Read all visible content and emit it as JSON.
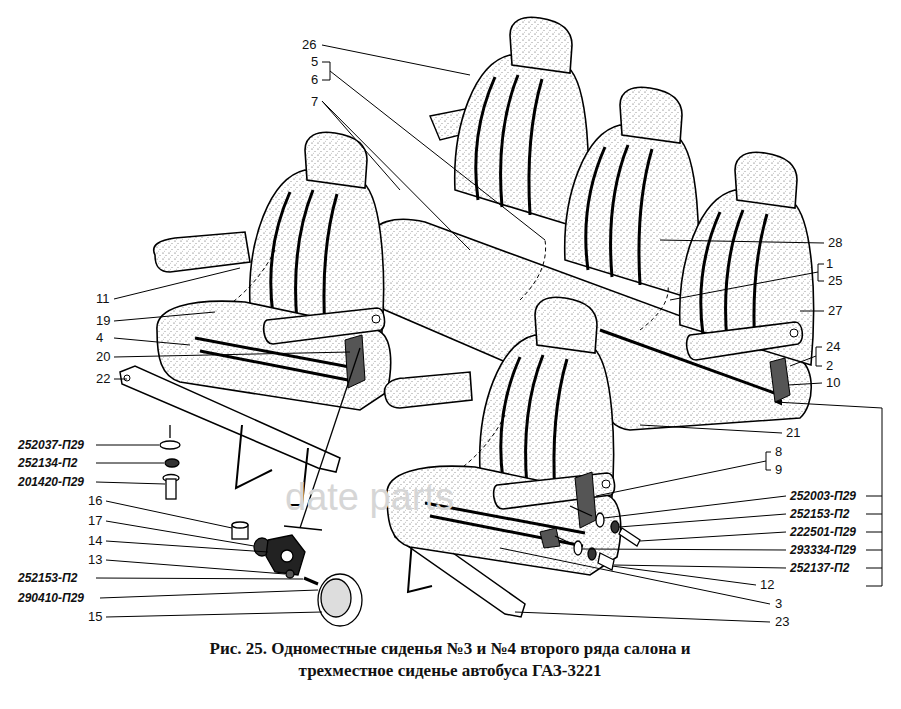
{
  "diagram": {
    "caption": "Рис. 25. Одноместные сиденья №3 и №4 второго ряда салона и трехместное сиденье автобуса ГАЗ-3221",
    "labels": [
      "26",
      "5",
      "6",
      "7",
      "28",
      "1",
      "25",
      "27",
      "24",
      "2",
      "10",
      "21",
      "8",
      "9",
      "11",
      "19",
      "4",
      "20",
      "22",
      "252037-П29",
      "252134-П2",
      "201420-П29",
      "16",
      "17",
      "14",
      "13",
      "252153-П2",
      "290410-П29",
      "15",
      "252003-П29",
      "252153-П2",
      "222501-П29",
      "293334-П29",
      "252137-П2",
      "12",
      "3",
      "23",
      "date parts"
    ]
  }
}
